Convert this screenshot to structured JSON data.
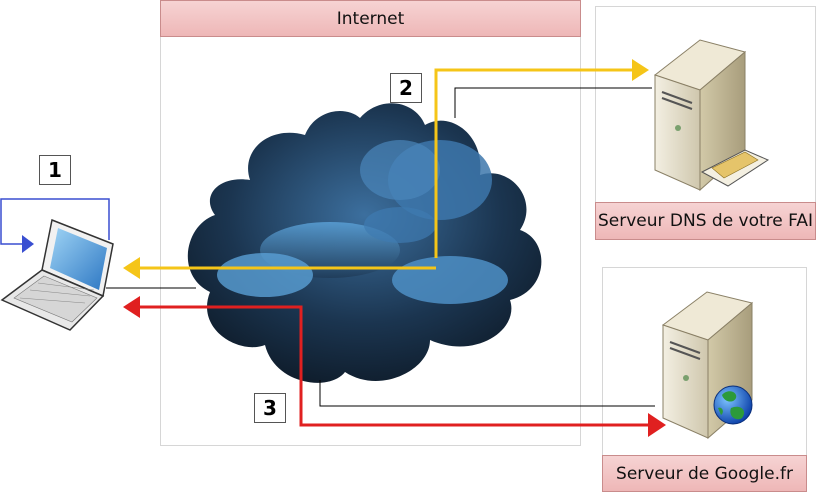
{
  "diagram": {
    "internet_label": "Internet",
    "dns_server_label": "Serveur DNS de votre FAI",
    "google_server_label": "Serveur de Google.fr",
    "steps": [
      "1",
      "2",
      "3"
    ],
    "colors": {
      "step1_arrow": "#3a4fd1",
      "step2_arrow": "#f5c518",
      "step3_arrow": "#e02020",
      "label_fill": "#f2c4c4",
      "cloud_dark": "#0f1b2a",
      "cloud_light": "#4a8ec4"
    },
    "icons": [
      "laptop-icon",
      "server-icon",
      "server-icon",
      "globe-icon",
      "cloud-icon"
    ]
  }
}
